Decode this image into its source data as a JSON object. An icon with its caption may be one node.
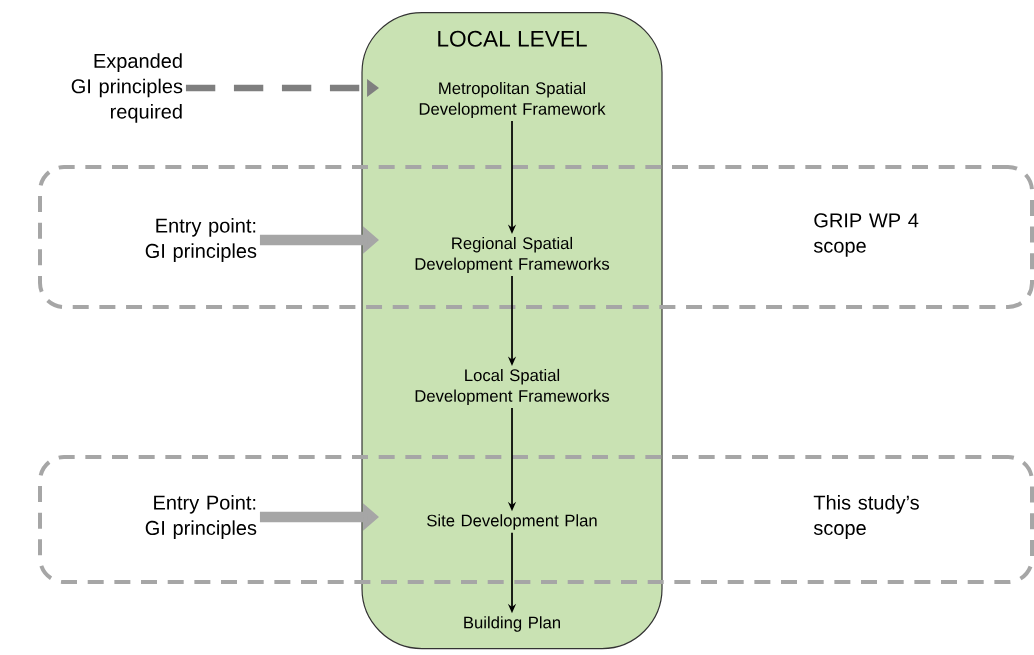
{
  "diagram": {
    "nodes": [
      {
        "text": [
          "LOCAL LEVEL"
        ]
      },
      {
        "text": [
          "Metropolitan Spatial Development Framework"
        ],
        "in": 0
      },
      {
        "text": [
          "Regional Spatial Development Frameworks"
        ]
      },
      {
        "text": [
          "Local Spatial Development Frameworks"
        ],
        "in": 0
      },
      {
        "text": [
          "Site Development Plan"
        ]
      },
      {
        "text": [
          "Building Plan"
        ],
        "in": 0
      },
      {
        "text": [
          "Expanded GI principles required"
        ]
      },
      {
        "text": [
          "GRIP WP 4 scope"
        ]
      },
      {
        "text": [
          "Entry point: GI principles"
        ],
        "in": 7
      },
      {
        "text": [
          "This study’s scope"
        ]
      },
      {
        "text": [
          "Entry Point: GI principles"
        ],
        "in": 9
      }
    ],
    "edges": [
      {
        "from": 6,
        "to": 1,
        "arrow": "to",
        "style": "dashed",
        "color": "#7f7f7f"
      },
      {
        "from": 1,
        "to": 2,
        "arrow": "to"
      },
      {
        "from": 2,
        "to": 3,
        "arrow": "to"
      },
      {
        "from": 3,
        "to": 4,
        "arrow": "to"
      },
      {
        "from": 4,
        "to": 5,
        "arrow": "to"
      },
      {
        "from": 8,
        "to": 2,
        "arrow": "to",
        "style": "thick",
        "color": "#a6a6a6"
      },
      {
        "from": 10,
        "to": 4,
        "arrow": "to",
        "style": "thick",
        "color": "#a6a6a6"
      }
    ]
  }
}
